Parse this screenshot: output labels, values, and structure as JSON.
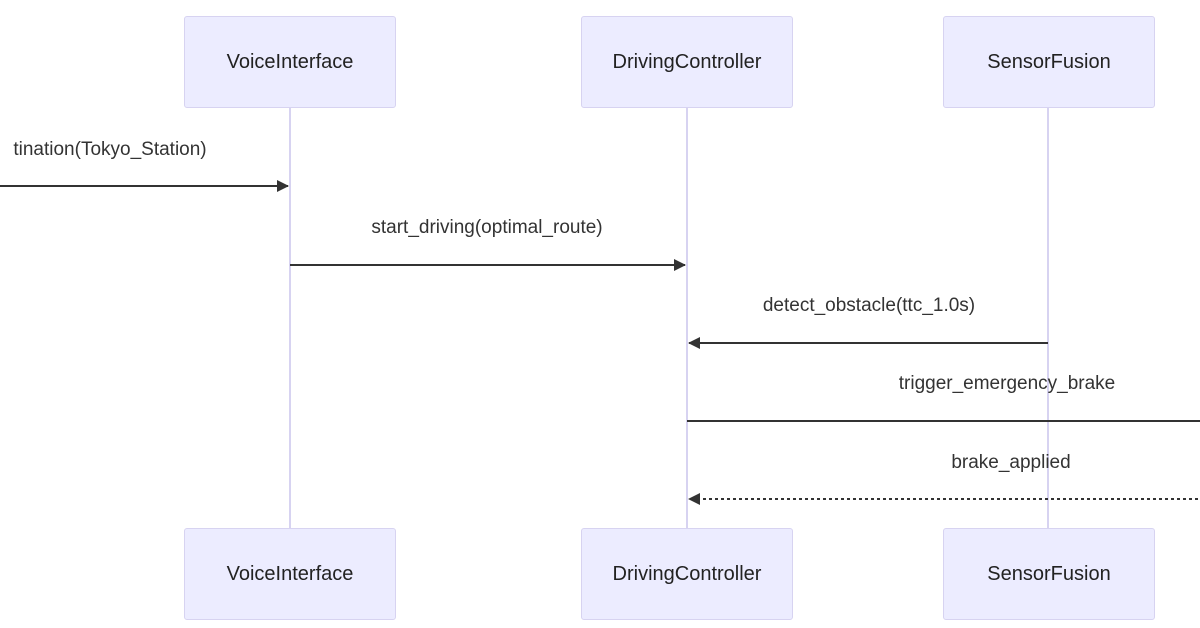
{
  "participants": [
    {
      "id": "voice",
      "name": "VoiceInterface"
    },
    {
      "id": "driving",
      "name": "DrivingController"
    },
    {
      "id": "sensor",
      "name": "SensorFusion"
    }
  ],
  "messages": [
    {
      "label": "tination(Tokyo_Station)",
      "from": "offscreen-left",
      "to": "voice",
      "style": "solid"
    },
    {
      "label": "start_driving(optimal_route)",
      "from": "voice",
      "to": "driving",
      "style": "solid"
    },
    {
      "label": "detect_obstacle(ttc_1.0s)",
      "from": "sensor",
      "to": "driving",
      "style": "solid"
    },
    {
      "label": "trigger_emergency_brake",
      "from": "driving",
      "to": "offscreen-right",
      "style": "solid"
    },
    {
      "label": "brake_applied",
      "from": "offscreen-right",
      "to": "driving",
      "style": "dashed"
    }
  ],
  "colors": {
    "actor_fill": "#ECECFF",
    "actor_border": "#D7D3F1",
    "lifeline": "#D7D3F1",
    "message_line": "#333333"
  }
}
